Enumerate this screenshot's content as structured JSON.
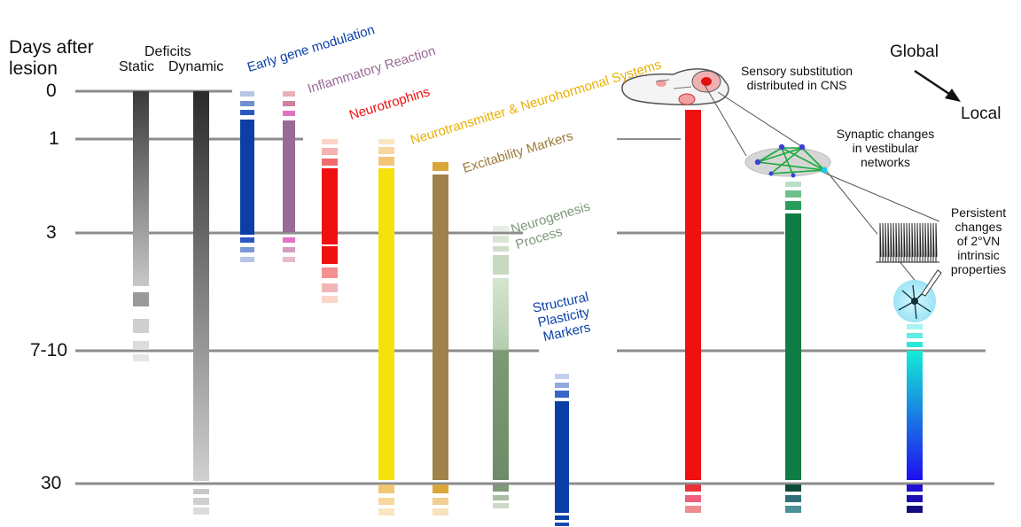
{
  "header": {
    "days_title": "Days after\nlesion",
    "deficits": "Deficits",
    "static": "Static",
    "dynamic": "Dynamic"
  },
  "days": [
    "0",
    "1",
    "3",
    "7-10",
    "30"
  ],
  "processes": {
    "early_gene": "Early gene modulation",
    "inflammatory": "Inflammatory Reaction",
    "neurotrophins": "Neurotrophins",
    "neurotransmitter": "Neurotransmitter & Neurohormonal Systems",
    "excitability": "Excitability Markers",
    "neurogenesis": "Neurogenesis\nProcess",
    "structural": "Structural\nPlasticity\nMarkers"
  },
  "right_panel": {
    "global": "Global",
    "local": "Local",
    "sensory_substitution": "Sensory substitution\ndistributed in CNS",
    "synaptic_changes": "Synaptic changes\nin vestibular\nnetworks",
    "persistent_changes": "Persistent\nchanges\nof 2°VN\nintrinsic\nproperties"
  },
  "colors": {
    "early_gene": "#0b3fa6",
    "inflammatory": "#9a6a96",
    "neurotrophins": "#f01010",
    "neurotransmitter": "#f4e20a",
    "excitability": "#a0824a",
    "neurogenesis": "#7e9a78",
    "structural": "#0b3fa6",
    "sensory": "#f01010",
    "synaptic": "#0e8a4a",
    "global_gradient_top": "#16e8d8",
    "global_gradient_bottom": "#1a10e8"
  }
}
